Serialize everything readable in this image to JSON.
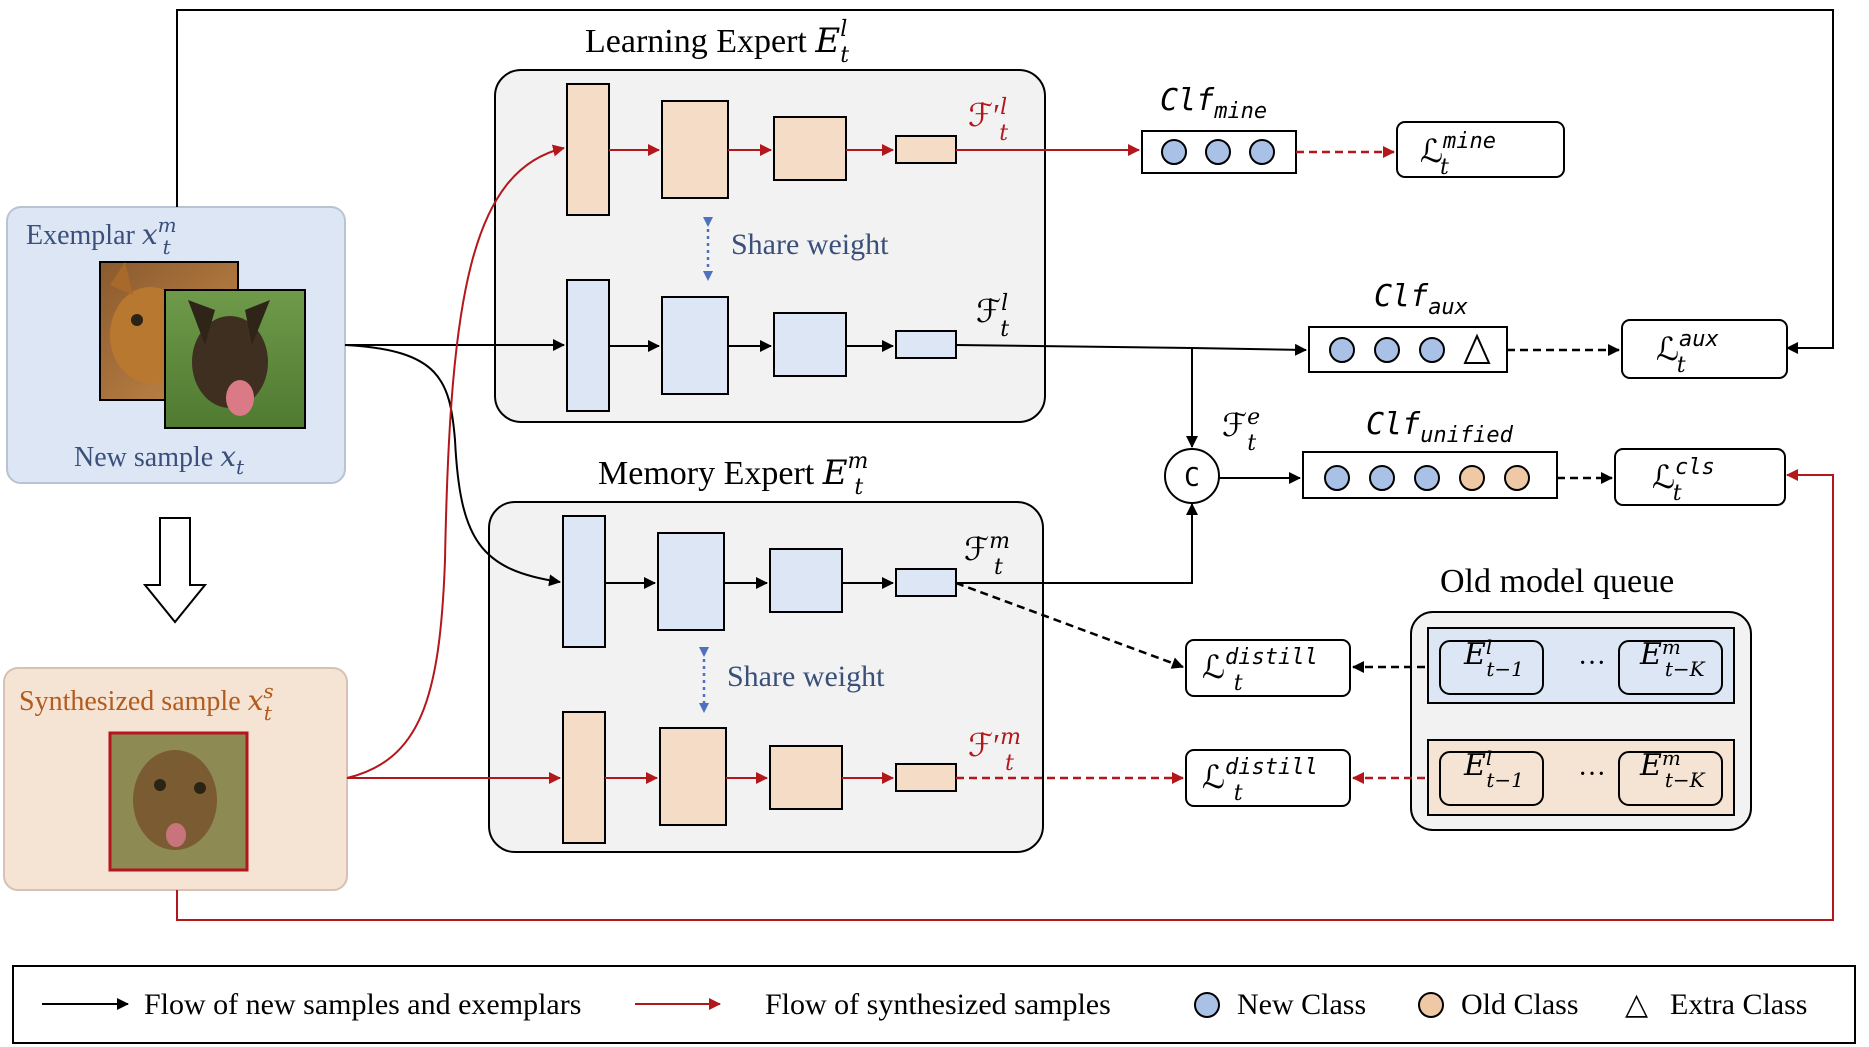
{
  "titles": {
    "learning_expert_prefix": "Learning Expert ",
    "memory_expert_prefix": "Memory Expert ",
    "old_model_queue": "Old model queue",
    "expert_symbol": "E",
    "sub_t": "t",
    "sup_l": "l",
    "sup_m": "m"
  },
  "inputs": {
    "exemplar_prefix": "Exemplar ",
    "new_sample_prefix": "New sample ",
    "synthesized_prefix": "Synthesized sample ",
    "x": "x",
    "t": "t",
    "m": "m",
    "s": "s"
  },
  "labels": {
    "share_weight": "Share weight",
    "F": "ℱ",
    "F_prime": "ℱ′",
    "t": "t",
    "l": "l",
    "m": "m",
    "e": "e",
    "concat": "C",
    "clf": "Clf",
    "mine": "mine",
    "aux": "aux",
    "unified": "unified",
    "L": "ℒ",
    "cls": "cls",
    "distill": "distill",
    "E": "E",
    "t_minus_1": "t−1",
    "t_minus_K": "t−K",
    "ellipsis": "···"
  },
  "legend": {
    "black_flow": "Flow of new samples and exemplars",
    "red_flow": "Flow of synthesized samples",
    "new_class": "New Class",
    "old_class": "Old Class",
    "extra_class": "Extra Class",
    "triangle": "△"
  },
  "colors": {
    "blue_fill": "#dce6f4",
    "peach_fill": "#f5dcc6",
    "node_blue": "#a9c1e6",
    "node_peach": "#efc9a6",
    "red": "#b3171b",
    "dashed_blue": "#4f6fbf",
    "title_blue": "#3a4f7a",
    "title_orange": "#b35a1d",
    "panel_gray": "#f2f2f2"
  }
}
